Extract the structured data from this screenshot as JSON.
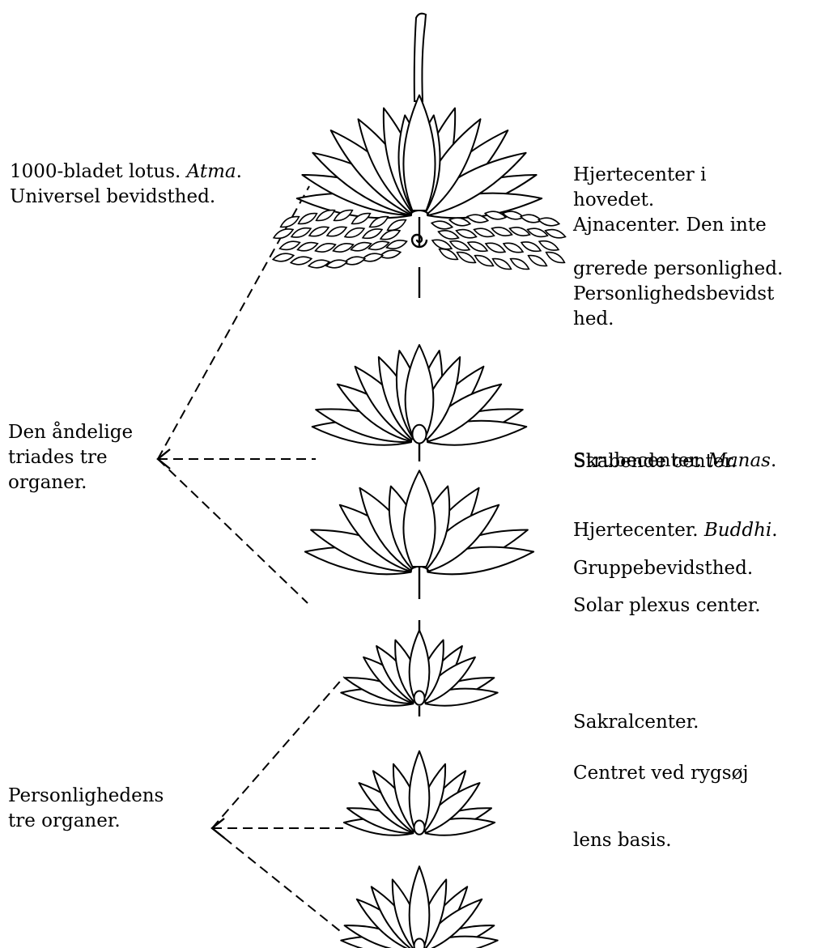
{
  "diagram": {
    "left_labels": {
      "atma": {
        "text": "1000-bladet lotus. ",
        "emph": "Atma",
        "tail": ".",
        "line2": "Universel bevidsthed."
      },
      "triad": {
        "line1": "Den åndelige",
        "line2": "triades tre",
        "line3": "organer."
      },
      "personality": {
        "line1": "Personlighedens",
        "line2": "tre organer."
      }
    },
    "right_labels": {
      "head_heart": {
        "line1": "Hjertecenter i",
        "line2": "hovedet."
      },
      "ajna": {
        "line1": "Ajnacenter. Den inte",
        "line2": "grerede personlighed.",
        "line3": "Personlighedsbevidst",
        "line4": "hed."
      },
      "throat": {
        "text": "Strubecenter. ",
        "emph": "Manas",
        "tail": ".",
        "overlap": "Skabende center."
      },
      "heart": {
        "text": "Hjertecenter. ",
        "emph": "Buddhi",
        "tail": ".",
        "line2": "Gruppebevidsthed."
      },
      "solar": {
        "text": "Solar plexus center."
      },
      "sacral": {
        "text": "Sakralcenter."
      },
      "base": {
        "line1": "Centret ved rygsøj",
        "line2": "lens basis."
      }
    },
    "colors": {
      "ink": "#000000",
      "paper": "#ffffff"
    }
  }
}
